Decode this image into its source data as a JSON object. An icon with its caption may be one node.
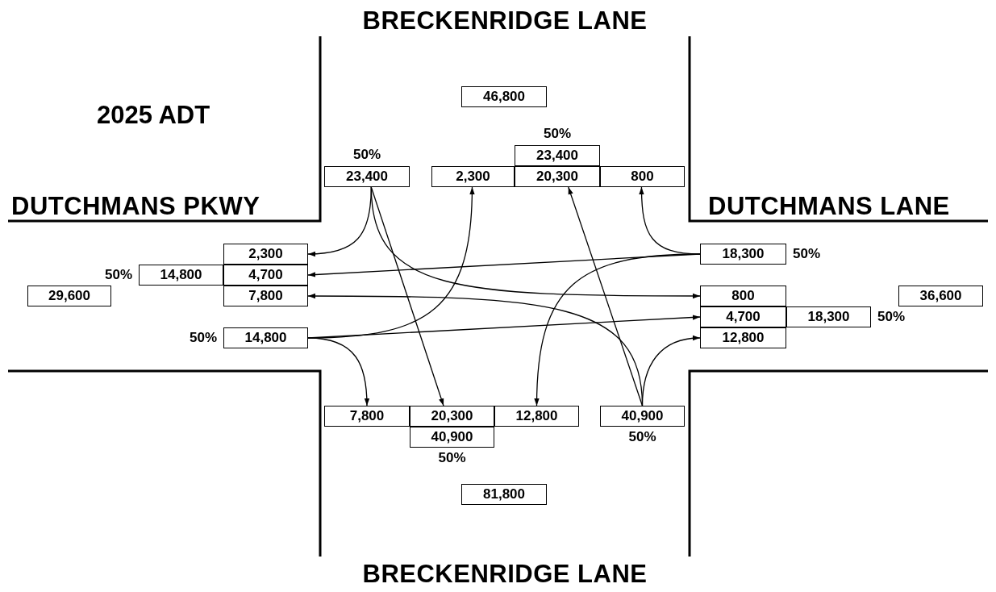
{
  "diagram": {
    "title": "2025 ADT",
    "nodes": [
      {
        "text": [
          "46,800"
        ]
      },
      {
        "text": [
          "23,400"
        ],
        "beside": [
          "50%"
        ]
      },
      {
        "text": [
          "23,400"
        ],
        "beside": [
          "50%"
        ]
      },
      {
        "text": [
          "2,300"
        ]
      },
      {
        "text": [
          "20,300"
        ]
      },
      {
        "text": [
          "800"
        ]
      },
      {
        "text": [
          "18,300"
        ],
        "beside": [
          "50%"
        ]
      },
      {
        "text": [
          "2,300"
        ]
      },
      {
        "text": [
          "14,800"
        ],
        "beside": [
          "50%"
        ]
      },
      {
        "text": [
          "4,700"
        ]
      },
      {
        "text": [
          "29,600"
        ]
      },
      {
        "text": [
          "7,800"
        ]
      },
      {
        "text": [
          "800"
        ]
      },
      {
        "text": [
          "36,600"
        ]
      },
      {
        "text": [
          "4,700"
        ]
      },
      {
        "text": [
          "18,300"
        ],
        "beside": [
          "50%"
        ]
      },
      {
        "text": [
          "12,800"
        ]
      },
      {
        "text": [
          "14,800"
        ],
        "beside": [
          "50%"
        ]
      },
      {
        "text": [
          "7,800"
        ]
      },
      {
        "text": [
          "20,300"
        ]
      },
      {
        "text": [
          "12,800"
        ]
      },
      {
        "text": [
          "40,900"
        ],
        "beside": [
          "50%"
        ]
      },
      {
        "text": [
          "40,900"
        ],
        "beside": [
          "50%"
        ]
      },
      {
        "text": [
          "81,800"
        ]
      }
    ],
    "edges": [
      {
        "from": 2,
        "to": 7,
        "arrow": "to"
      },
      {
        "from": 2,
        "to": 19,
        "arrow": "to"
      },
      {
        "from": 2,
        "to": 12,
        "arrow": "to"
      },
      {
        "from": 6,
        "to": 5,
        "arrow": "to"
      },
      {
        "from": 6,
        "to": 9,
        "arrow": "to"
      },
      {
        "from": 6,
        "to": 20,
        "arrow": "to"
      },
      {
        "from": 17,
        "to": 18,
        "arrow": "to"
      },
      {
        "from": 17,
        "to": 14,
        "arrow": "to"
      },
      {
        "from": 17,
        "to": 3,
        "arrow": "to"
      },
      {
        "from": 21,
        "to": 16,
        "arrow": "to"
      },
      {
        "from": 21,
        "to": 4,
        "arrow": "to"
      },
      {
        "from": 21,
        "to": 11,
        "arrow": "to"
      }
    ],
    "labels": [
      "BRECKENRIDGE LANE",
      "DUTCHMANS PKWY",
      "DUTCHMANS LANE",
      "BRECKENRIDGE LANE"
    ]
  }
}
